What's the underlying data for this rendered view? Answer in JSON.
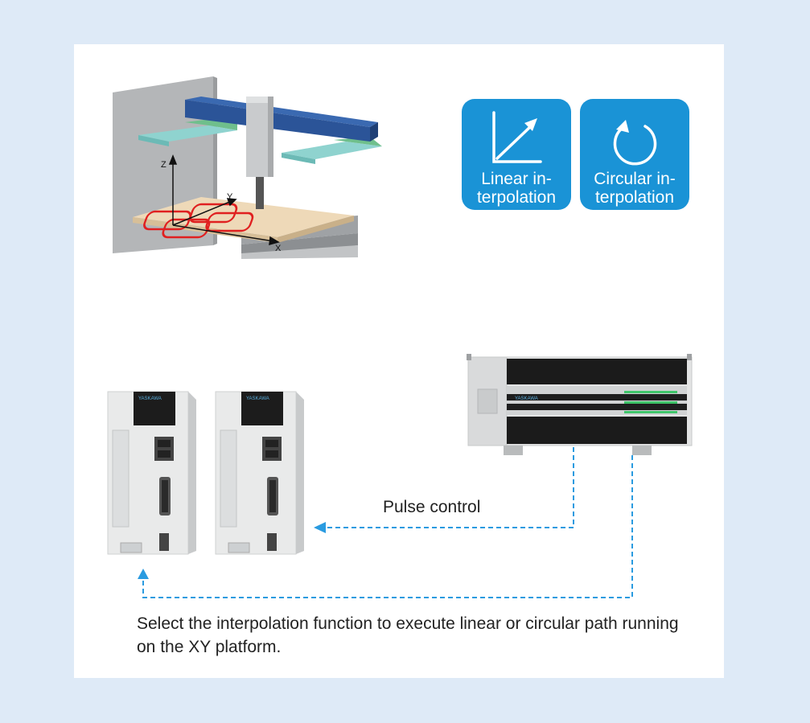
{
  "axes": {
    "x": "X",
    "y": "Y",
    "z": "Z"
  },
  "badges": {
    "linear": "Linear in-\nterpolation",
    "circular": "Circular in-\nterpolation"
  },
  "connection": {
    "label": "Pulse control"
  },
  "caption": "Select the interpolation function to execute linear or circular path running on the XY platform.",
  "colors": {
    "accent": "#1a93d6",
    "path": "#e02020",
    "dashed": "#2a9be0",
    "background": "#deeaf7"
  }
}
